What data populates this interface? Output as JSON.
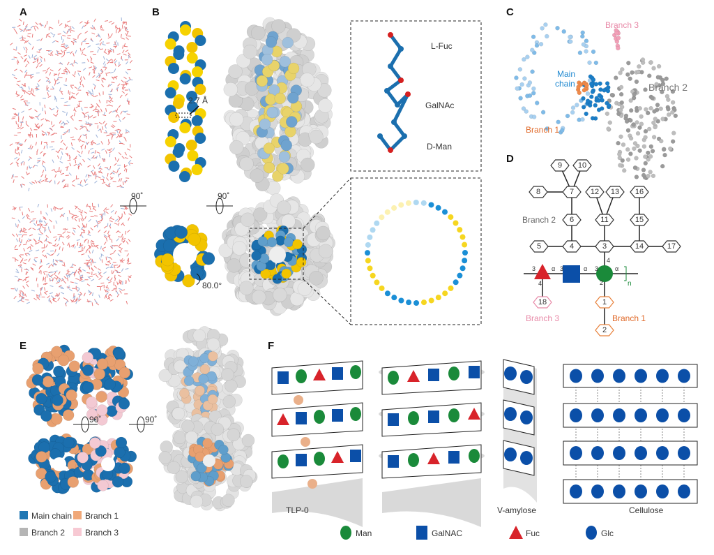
{
  "panel_labels": {
    "a": "A",
    "b": "B",
    "c": "C",
    "d": "D",
    "e": "E",
    "f": "F"
  },
  "panel_a": {
    "rotation": "90˚"
  },
  "panel_b": {
    "rotation": "90˚",
    "distance": "2.7 Å",
    "angle": "80.0°",
    "residues": [
      "L-Fuc",
      "GalNAc",
      "D-Man"
    ]
  },
  "panel_c": {
    "branch3": "Branch 3",
    "main_chain_1": "Main",
    "main_chain_2": "chain",
    "branch1": "Branch 1",
    "branch2": "Branch 2"
  },
  "panel_d": {
    "nodes": [
      "1",
      "2",
      "3",
      "4",
      "5",
      "6",
      "7",
      "8",
      "9",
      "10",
      "11",
      "12",
      "13",
      "14",
      "15",
      "16",
      "17",
      "18"
    ],
    "branch2": "Branch 2",
    "branch3": "Branch 3",
    "branch1": "Branch 1",
    "linkages": {
      "a": "α",
      "three": "3",
      "four": "4",
      "two": "2",
      "n": "n"
    }
  },
  "panel_e": {
    "rotation": "90˚",
    "legend": [
      {
        "label": "Main chain",
        "color": "#1f77b4"
      },
      {
        "label": "Branch 1",
        "color": "#f0a878"
      },
      {
        "label": "Branch 2",
        "color": "#b5b5b5"
      },
      {
        "label": "Branch 3",
        "color": "#f7c9d3"
      }
    ]
  },
  "panel_f": {
    "structures": [
      "TLP-0",
      "V-amylose",
      "Cellulose"
    ],
    "legend": [
      {
        "label": "Man",
        "shape": "circle",
        "color": "#1a8a3a"
      },
      {
        "label": "GalNAC",
        "shape": "square",
        "color": "#0b4fa8"
      },
      {
        "label": "Fuc",
        "shape": "triangle",
        "color": "#d8232a"
      },
      {
        "label": "Glc",
        "shape": "circle",
        "color": "#0b4fa8"
      }
    ]
  }
}
